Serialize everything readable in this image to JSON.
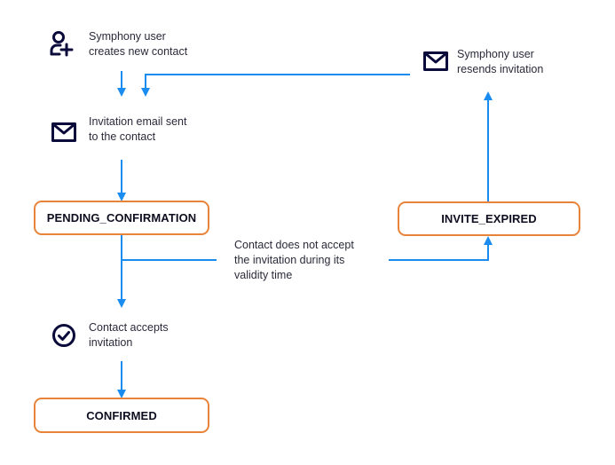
{
  "diagram": {
    "states": {
      "pending": "PENDING_CONFIRMATION",
      "expired": "INVITE_EXPIRED",
      "confirmed": "CONFIRMED"
    },
    "steps": {
      "create_contact": {
        "line1": "Symphony user",
        "line2": "creates new contact",
        "icon": "add-user-icon"
      },
      "email_sent": {
        "line1": "Invitation email sent",
        "line2": "to the contact",
        "icon": "envelope-icon"
      },
      "resend": {
        "line1": "Symphony user",
        "line2": "resends invitation",
        "icon": "envelope-icon"
      },
      "accepts": {
        "line1": "Contact accepts",
        "line2": "invitation",
        "icon": "check-circle-icon"
      }
    },
    "transition_label": {
      "line1": "Contact does not accept",
      "line2": "the invitation during its",
      "line3": "validity time"
    },
    "colors": {
      "arrow": "#1A8CF0",
      "state_border": "#E8843A",
      "icon": "#0B0B3B"
    }
  }
}
